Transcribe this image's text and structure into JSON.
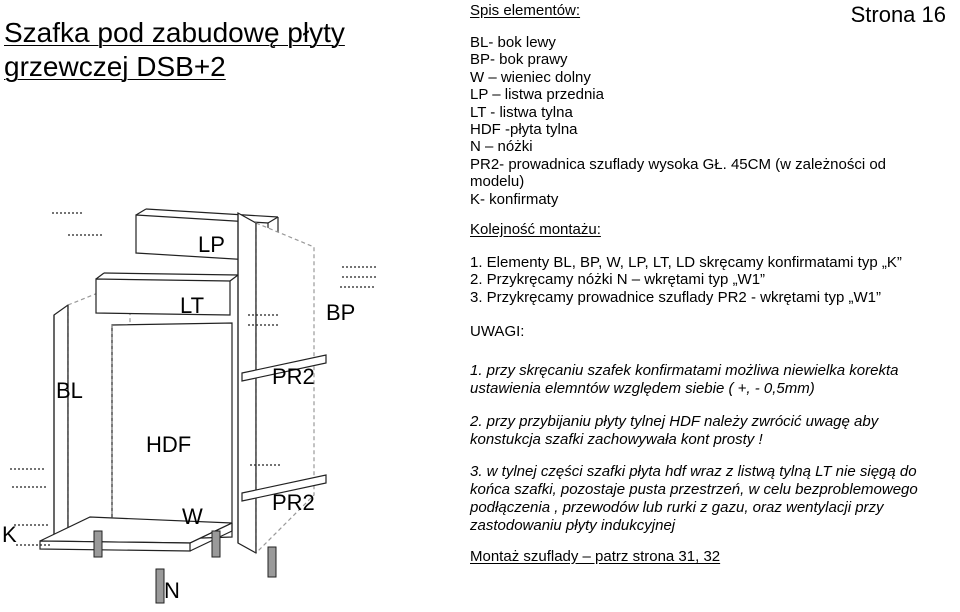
{
  "document": {
    "title": "Szafka pod zabudowę płyty grzewczej DSB+2",
    "page": "Strona 16"
  },
  "parts": {
    "header": "Spis elementów:",
    "items": [
      "BL- bok lewy",
      "BP- bok prawy",
      "W – wieniec dolny",
      "LP – listwa przednia",
      "LT - listwa tylna",
      "HDF -płyta tylna",
      "N – nóżki",
      "PR2- prowadnica szuflady wysoka GŁ. 45CM  (w zależności od",
      "modelu)",
      "K- konfirmaty"
    ]
  },
  "assembly": {
    "header": "Kolejność montażu:",
    "steps": [
      "1. Elementy BL, BP, W, LP, LT, LD  skręcamy konfirmatami typ „K”",
      "2. Przykręcamy nóżki N – wkrętami typ „W1”",
      "3. Przykręcamy prowadnice szuflady PR2 - wkrętami typ „W1”"
    ]
  },
  "notes": {
    "header": "UWAGI:",
    "items": [
      "1. przy skręcaniu szafek konfirmatami możliwa niewielka korekta ustawienia elemntów względem siebie ( +, - 0,5mm)",
      "2. przy przybijaniu płyty tylnej HDF należy zwrócić uwagę aby konstukcja szafki zachowywała kont prosty !",
      "3. w tylnej części szafki płyta hdf wraz z listwą tylną LT nie sięgą do końca szafki, pozostaje pusta przestrzeń,  w celu bezproblemowego podłączenia , przewodów lub rurki z gazu, oraz wentylacji przy zastodowaniu płyty indukcyjnej"
    ]
  },
  "footer_link": "Montaż szuflady – patrz strona 31, 32",
  "drawing_labels": {
    "LP": "LP",
    "LT": "LT",
    "BP": "BP",
    "BL": "BL",
    "PR2_top": "PR2",
    "HDF": "HDF",
    "W": "W",
    "PR2_bottom": "PR2",
    "K": "K",
    "N": "N"
  }
}
